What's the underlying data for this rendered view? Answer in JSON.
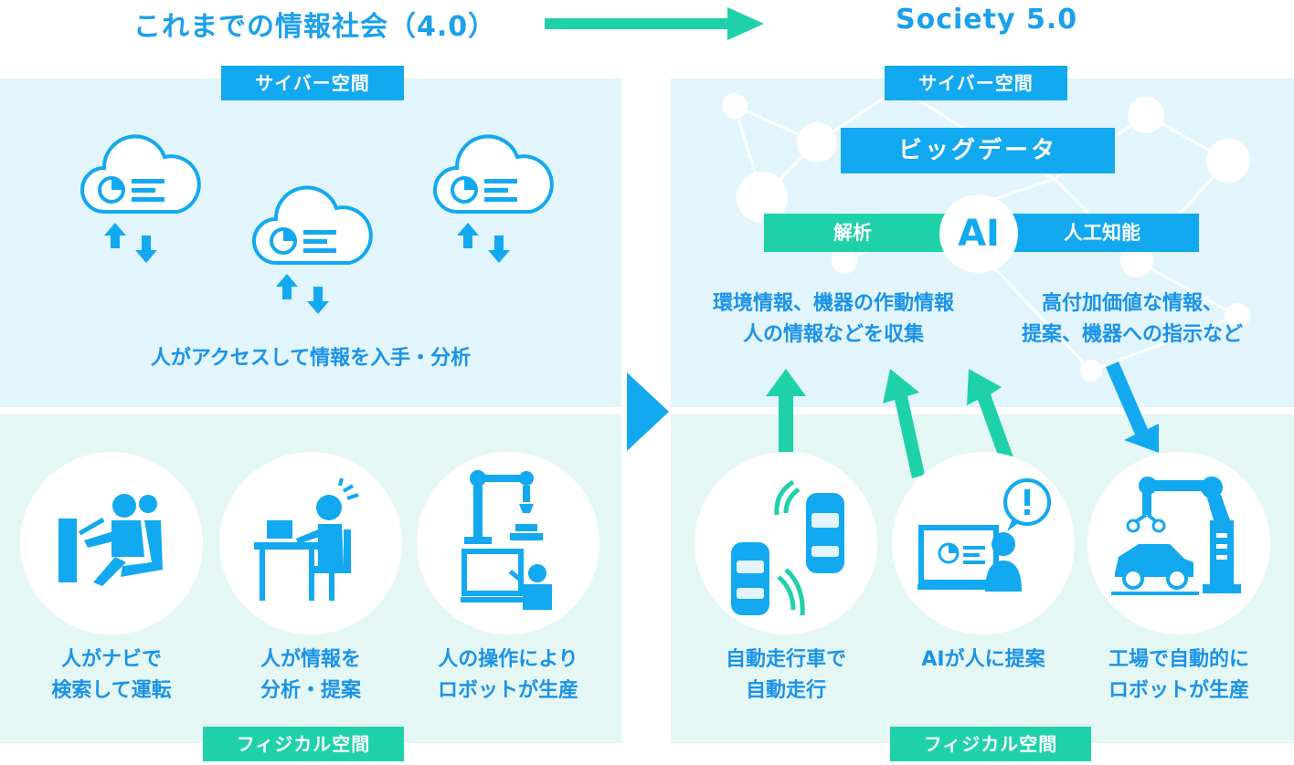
{
  "header": {
    "left_title": "これまでの情報社会（4.0）",
    "right_title": "Society 5.0"
  },
  "left": {
    "cyber_label": "サイバー空間",
    "cyber_caption": "人がアクセスして情報を入手・分析",
    "physical_label": "フィジカル空間",
    "items": [
      {
        "line1": "人がナビで",
        "line2": "検索して運転"
      },
      {
        "line1": "人が情報を",
        "line2": "分析・提案"
      },
      {
        "line1": "人の操作により",
        "line2": "ロボットが生産"
      }
    ]
  },
  "right": {
    "cyber_label": "サイバー空間",
    "bigdata_label": "ビッグデータ",
    "analysis_label": "解析",
    "ai_label": "AI",
    "ai_full_label": "人工知能",
    "collect_line1": "環境情報、機器の作動情報",
    "collect_line2": "人の情報などを収集",
    "output_line1": "高付加価値な情報、",
    "output_line2": "提案、機器への指示など",
    "physical_label": "フィジカル空間",
    "items": [
      {
        "line1": "自動走行車で",
        "line2": "自動走行"
      },
      {
        "line1": "AIが人に提案",
        "line2": ""
      },
      {
        "line1": "工場で自動的に",
        "line2": "ロボットが生産"
      }
    ]
  },
  "colors": {
    "blue": "#12a9f0",
    "green": "#1fd1a8",
    "text_blue": "#1a93e8",
    "cyber_bg": "#e2f5fc",
    "physical_bg": "#e5f7f5"
  }
}
